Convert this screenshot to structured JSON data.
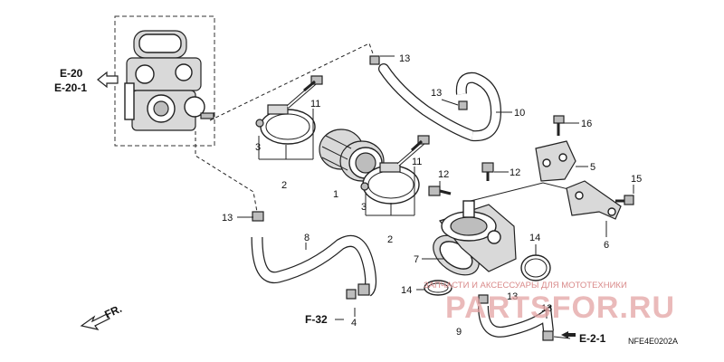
{
  "callouts": {
    "c1": "1",
    "c2a": "2",
    "c2b": "2",
    "c3a": "3",
    "c3b": "3",
    "c4": "4",
    "c5": "5",
    "c6": "6",
    "c7": "7",
    "c8": "8",
    "c9": "9",
    "c10": "10",
    "c11a": "11",
    "c11b": "11",
    "c12a": "12",
    "c12b": "12",
    "c13a": "13",
    "c13b": "13",
    "c13c": "13",
    "c13d": "13",
    "c13e": "13",
    "c14a": "14",
    "c14b": "14",
    "c15": "15",
    "c16": "16"
  },
  "refs": {
    "e20": "E-20",
    "e201": "E-20-1",
    "f32": "F-32",
    "e21": "E-2-1",
    "fr": "FR."
  },
  "diagram_code": "NFE4E0202A",
  "watermark": {
    "caption": "ЗАПЧАСТИ И АКСЕССУАРЫ ДЛЯ МОТОТЕХНИКИ",
    "brand": "PARTSFOR.RU"
  }
}
